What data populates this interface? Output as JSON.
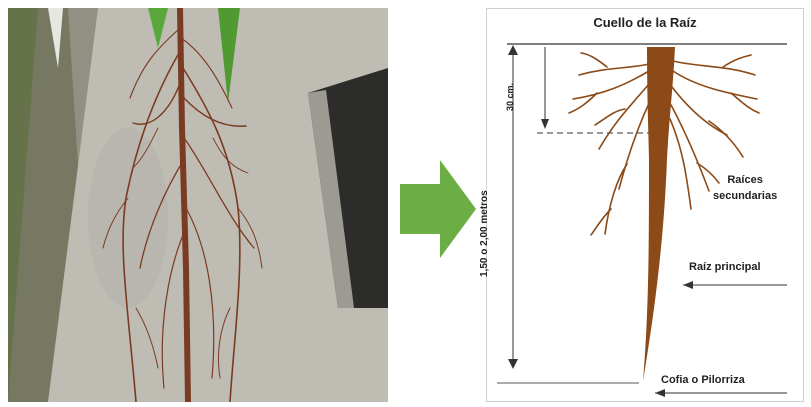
{
  "diagram": {
    "title": "Cuello de la Raíz",
    "depth_label": "30 cm.",
    "range_label": "1,50 o 2,00 metros",
    "secondary_roots_label": "Raíces secundarias",
    "main_root_label": "Raíz principal",
    "root_cap_label": "Cofia o Pilorriza"
  },
  "colors": {
    "taproot": "#8b4a17",
    "arrow": "#6cae46",
    "lines": "#333333",
    "pavement": "#bdbab2",
    "photo_root": "#7a3b22"
  },
  "icons": {
    "transition_arrow": "arrow-right-icon"
  }
}
